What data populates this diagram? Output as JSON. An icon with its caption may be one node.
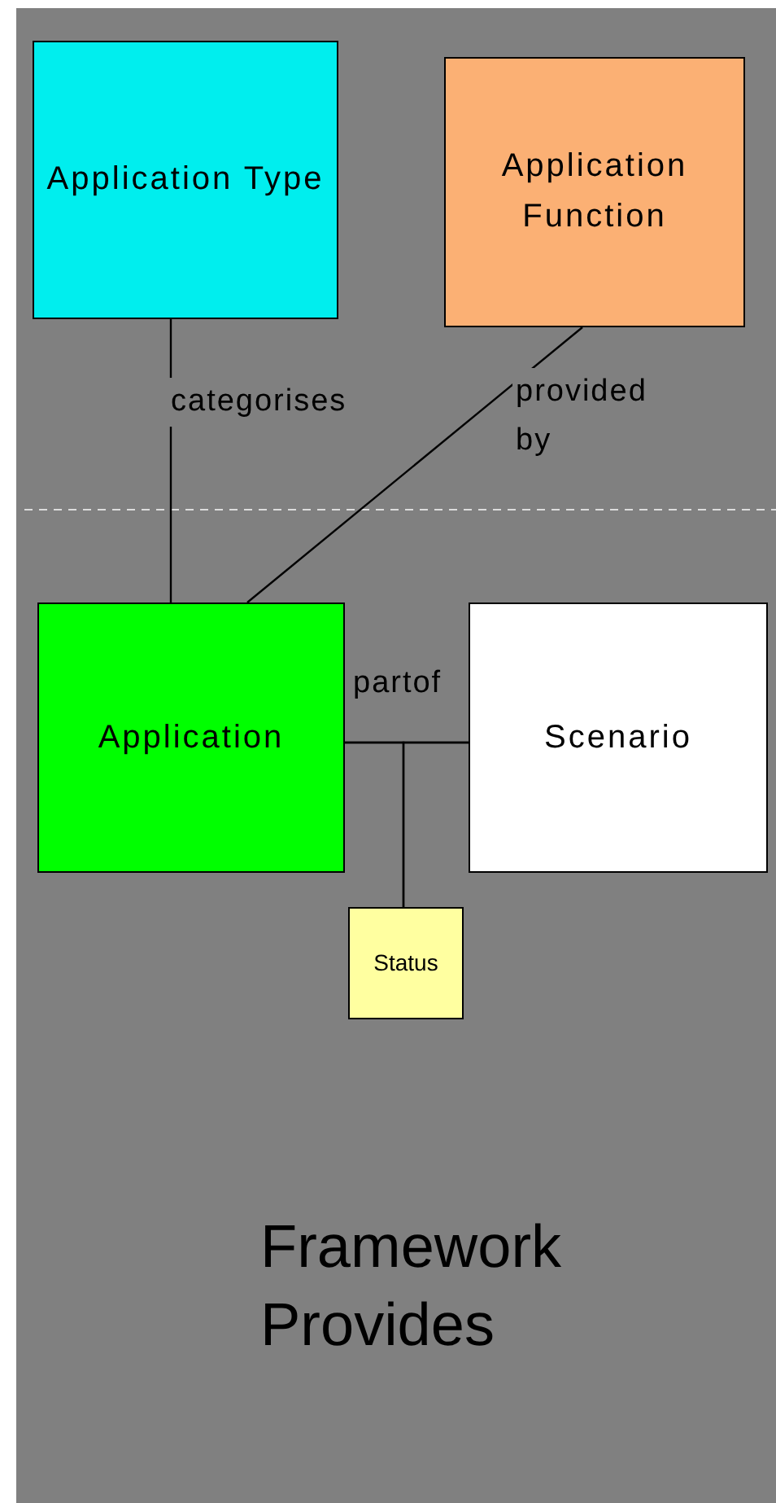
{
  "diagram": {
    "nodes": [
      {
        "text": [
          "Application Type"
        ]
      },
      {
        "text": [
          "Application Function"
        ]
      },
      {
        "text": [
          "Application"
        ]
      },
      {
        "text": [
          "Scenario"
        ]
      },
      {
        "text": [
          "Status"
        ]
      }
    ],
    "edges": [
      {
        "from": 0,
        "to": 2,
        "arrow": "none",
        "label": "categorises"
      },
      {
        "from": 1,
        "to": 2,
        "arrow": "none",
        "label": "provided by"
      },
      {
        "from": 2,
        "to": 3,
        "arrow": "none",
        "label": "partof"
      },
      {
        "from": 4,
        "to": 2,
        "arrow": "none"
      },
      {
        "from": 4,
        "to": 3,
        "arrow": "none"
      }
    ],
    "labels": [
      "Framework Provides"
    ]
  }
}
